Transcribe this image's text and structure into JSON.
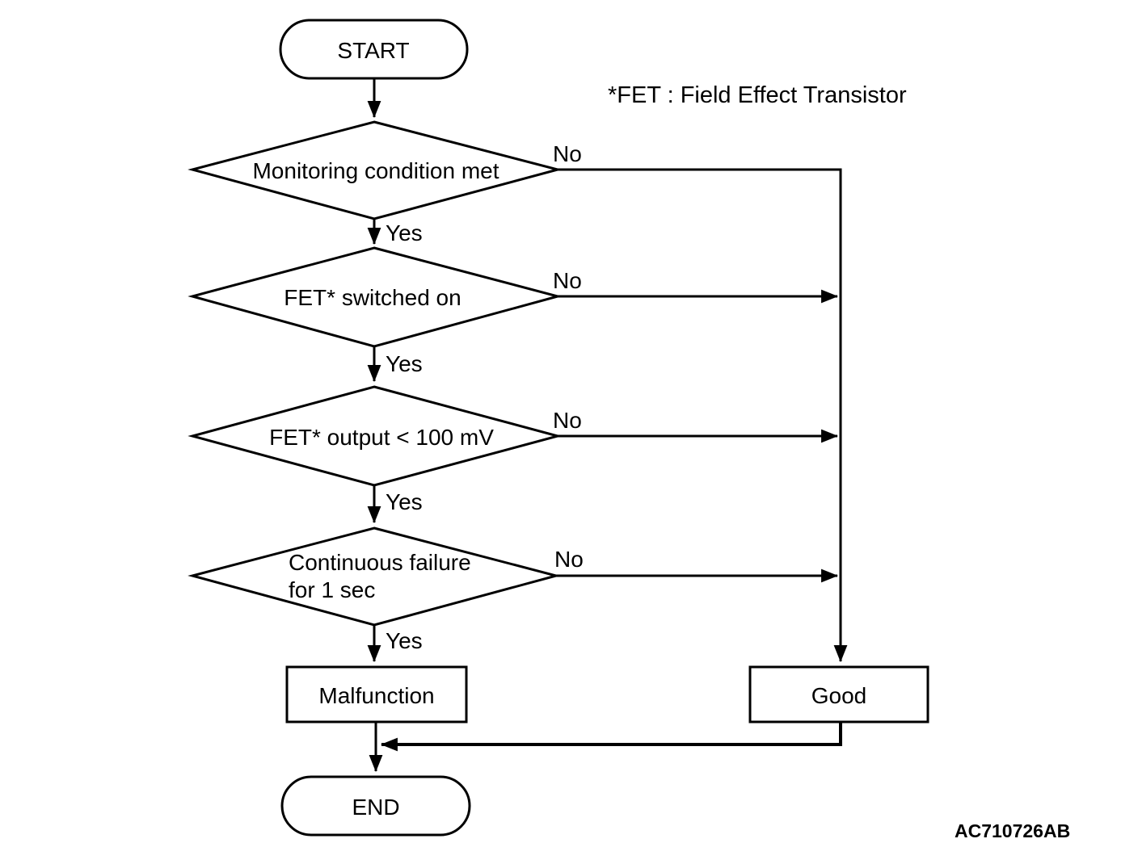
{
  "note": "*FET : Field Effect Transistor",
  "figure_code": "AC710726AB",
  "colors": {
    "ink": "#000000",
    "background": "#ffffff"
  },
  "flowchart": {
    "nodes": [
      {
        "id": "start",
        "type": "terminator",
        "label": "START"
      },
      {
        "id": "monitoring-condition",
        "type": "decision",
        "label": "Monitoring condition met"
      },
      {
        "id": "fet-switched-on",
        "type": "decision",
        "label": "FET* switched on"
      },
      {
        "id": "fet-output",
        "type": "decision",
        "label": "FET* output < 100 mV"
      },
      {
        "id": "continuous-failure",
        "type": "decision",
        "label": "Continuous failure for 1 sec",
        "lines": [
          "Continuous failure",
          "for 1 sec"
        ]
      },
      {
        "id": "malfunction",
        "type": "process",
        "label": "Malfunction"
      },
      {
        "id": "good",
        "type": "process",
        "label": "Good"
      },
      {
        "id": "end",
        "type": "terminator",
        "label": "END"
      }
    ],
    "edges": [
      {
        "from": "start",
        "to": "monitoring-condition",
        "label": ""
      },
      {
        "from": "monitoring-condition",
        "to": "fet-switched-on",
        "label": "Yes"
      },
      {
        "from": "monitoring-condition",
        "to": "good",
        "label": "No"
      },
      {
        "from": "fet-switched-on",
        "to": "fet-output",
        "label": "Yes"
      },
      {
        "from": "fet-switched-on",
        "to": "good",
        "label": "No"
      },
      {
        "from": "fet-output",
        "to": "continuous-failure",
        "label": "Yes"
      },
      {
        "from": "fet-output",
        "to": "good",
        "label": "No"
      },
      {
        "from": "continuous-failure",
        "to": "malfunction",
        "label": "Yes"
      },
      {
        "from": "continuous-failure",
        "to": "good",
        "label": "No"
      },
      {
        "from": "good",
        "to": "end",
        "label": ""
      },
      {
        "from": "malfunction",
        "to": "end",
        "label": ""
      }
    ]
  }
}
